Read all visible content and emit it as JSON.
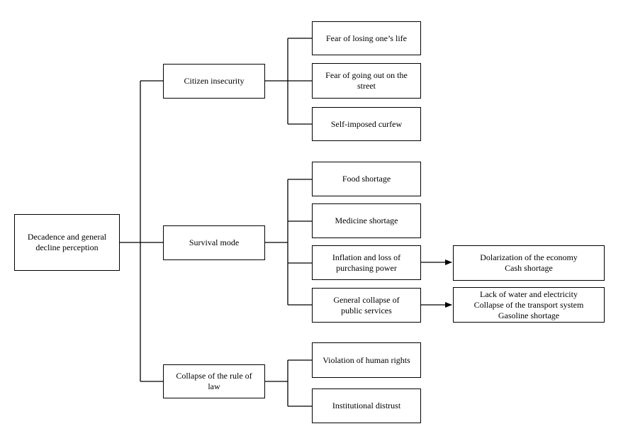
{
  "root": "Decadence and general\ndecline perception",
  "categories": {
    "insecurity": "Citizen insecurity",
    "survival": "Survival mode",
    "rule_of_law": "Collapse of the rule of\nlaw"
  },
  "insecurity_items": [
    "Fear of losing one’s life",
    "Fear of going out on the\nstreet",
    "Self-imposed curfew"
  ],
  "survival_items": [
    "Food shortage",
    "Medicine shortage",
    "Inflation and loss of\npurchasing power",
    "General collapse of\npublic services"
  ],
  "rule_of_law_items": [
    "Violation of human rights",
    "Institutional distrust"
  ],
  "consequences": {
    "inflation": "Dolarization of the economy\nCash shortage",
    "services": "Lack of water and electricity\nCollapse of the transport system\nGasoline shortage"
  }
}
